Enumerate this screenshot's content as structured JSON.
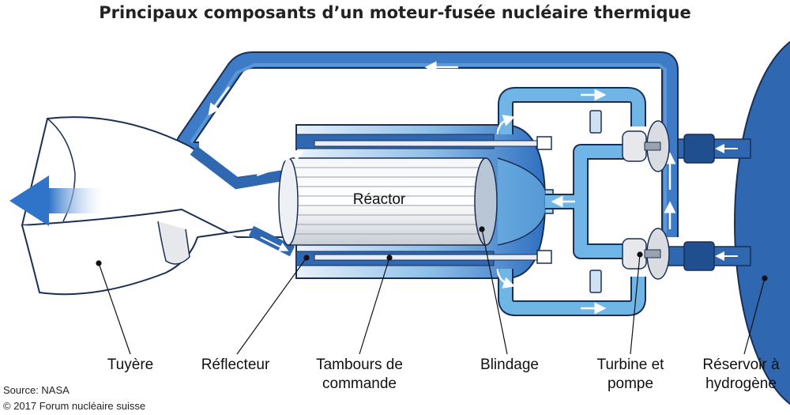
{
  "title": "Principaux composants d’un moteur-fusée nucléaire thermique",
  "reactor_label": "Réactor",
  "labels": {
    "tuyere": "Tuyère",
    "reflecteur": "Réflecteur",
    "tambours_line1": "Tambours de",
    "tambours_line2": "commande",
    "blindage": "Blindage",
    "turbine_line1": "Turbine et",
    "turbine_line2": "pompe",
    "reservoir_line1": "Réservoir à",
    "reservoir_line2": "hydrogène"
  },
  "source": "Source: NASA",
  "copyright": "© 2017 Forum nucléaire suisse",
  "colors": {
    "dark_blue": "#2f67b1",
    "medium_blue": "#3d7bc6",
    "light_blue": "#6fb6e6",
    "pale_blue": "#cfe2f4",
    "outline": "#1b2f55"
  }
}
